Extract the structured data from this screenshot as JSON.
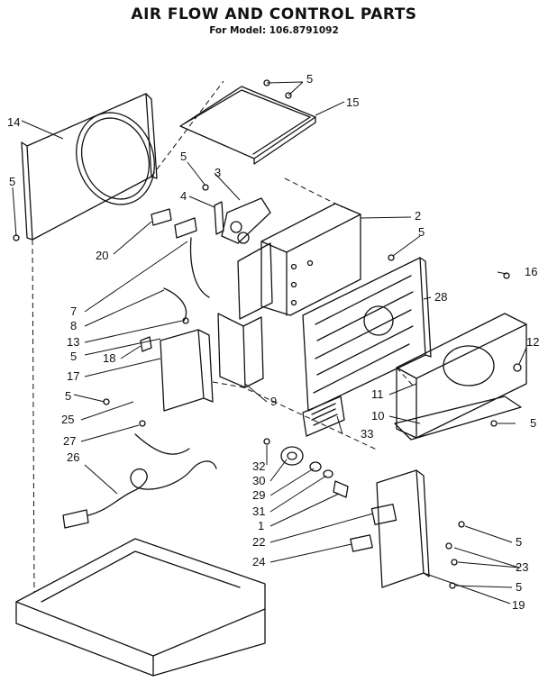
{
  "header": {
    "title": "AIR FLOW AND CONTROL PARTS",
    "subtitle": "For Model: 106.8791092"
  },
  "callouts": {
    "c2": "2",
    "c3": "3",
    "c4": "4",
    "c5": "5",
    "c7": "7",
    "c8": "8",
    "c9": "9",
    "c10": "10",
    "c11": "11",
    "c12": "12",
    "c13": "13",
    "c14": "14",
    "c15": "15",
    "c16": "16",
    "c17": "17",
    "c18": "18",
    "c19": "19",
    "c20": "20",
    "c22": "22",
    "c23": "23",
    "c24": "24",
    "c25": "25",
    "c26": "26",
    "c27": "27",
    "c28": "28",
    "c29": "29",
    "c30": "30",
    "c31": "31",
    "c32": "32",
    "c33": "33",
    "c1": "1"
  }
}
